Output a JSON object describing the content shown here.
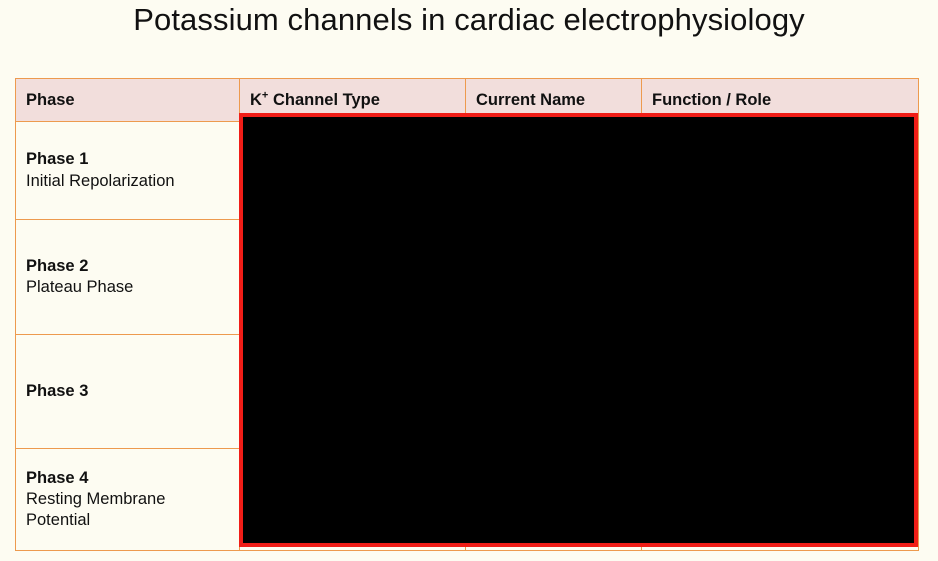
{
  "page": {
    "title": "Potassium channels in cardiac electrophysiology",
    "background_color": "#fdfcf2"
  },
  "table": {
    "border_color": "#ed9a4e",
    "header_background": "#f2dedc",
    "cell_background": "#fdfcf2",
    "columns": [
      {
        "key": "phase",
        "label": "Phase"
      },
      {
        "key": "k_channel_type",
        "label_prefix": "K",
        "label_sup": "+",
        "label_suffix": " Channel Type"
      },
      {
        "key": "current_name",
        "label": "Current Name"
      },
      {
        "key": "function_role",
        "label": "Function / Role"
      }
    ],
    "rows": [
      {
        "phase_name": "Phase 1",
        "phase_sub": "Initial Repolarization",
        "k_channel_type": "",
        "current_name": "",
        "function_role": ""
      },
      {
        "phase_name": "Phase 2",
        "phase_sub": "Plateau Phase",
        "k_channel_type": "",
        "current_name": "",
        "function_role": ""
      },
      {
        "phase_name": "Phase 3",
        "phase_sub": "",
        "k_channel_type": "",
        "current_name": "",
        "function_role": ""
      },
      {
        "phase_name": "Phase 4",
        "phase_sub": "Resting Membrane Potential",
        "k_channel_type": "",
        "current_name": "",
        "function_role": ""
      }
    ]
  },
  "overlay": {
    "type": "redaction-rectangle",
    "fill_color": "#000000",
    "border_color": "#f01d17"
  }
}
